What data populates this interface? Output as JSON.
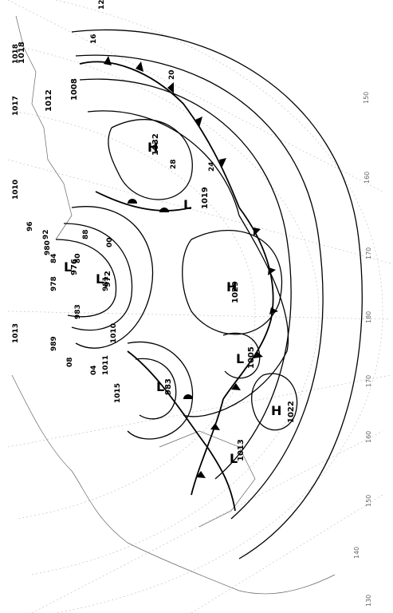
{
  "map": {
    "type": "surface weather analysis",
    "pressure_centers": [
      {
        "kind": "H",
        "value": "1032"
      },
      {
        "kind": "H",
        "value": "1029"
      },
      {
        "kind": "H",
        "value": "1022"
      },
      {
        "kind": "L",
        "value": "1005"
      },
      {
        "kind": "L",
        "value": "1013"
      },
      {
        "kind": "L",
        "value": "983"
      },
      {
        "kind": "L",
        "value": "972"
      },
      {
        "kind": "L",
        "value": "976"
      },
      {
        "kind": "L",
        "value": "1019"
      },
      {
        "kind": "L",
        "value": "1008"
      },
      {
        "kind": "L",
        "value": "1012"
      },
      {
        "kind": "L",
        "value": "1018"
      }
    ],
    "isobar_labels": [
      "12",
      "16",
      "20",
      "24",
      "28",
      "00",
      "04",
      "08",
      "92",
      "96",
      "88",
      "84",
      "80"
    ],
    "longitude_labels": [
      "150",
      "160",
      "170",
      "180",
      "170",
      "160",
      "150",
      "140",
      "130"
    ],
    "left_values": [
      "1018",
      "1017",
      "1010",
      "1013",
      "1015",
      "1011",
      "1010",
      "983",
      "981",
      "980",
      "978",
      "989"
    ]
  }
}
